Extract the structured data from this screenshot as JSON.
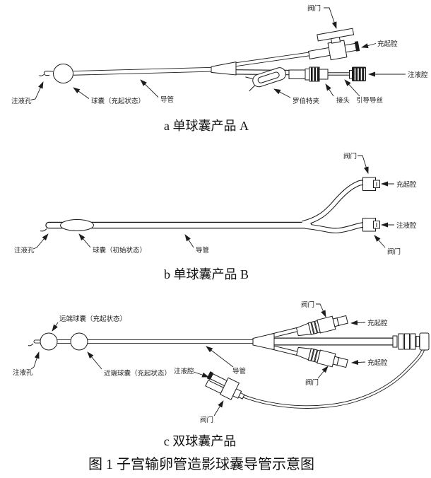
{
  "figure": {
    "caption": "图 1 子宫输卵管造影球囊导管示意图",
    "line_color": "#1c1c1c",
    "background": "#ffffff"
  },
  "diagram_a": {
    "caption": "a 单球囊产品 A",
    "labels": {
      "valve": "阀门",
      "inflation_lumen": "充起腔",
      "injection_lumen": "注液腔",
      "injection_hole": "注液孔",
      "balloon": "球囊（充起状态）",
      "catheter": "导管",
      "robert_clamp": "罗伯特夹",
      "connector": "接头",
      "guide_wire": "引导导丝"
    }
  },
  "diagram_b": {
    "caption": "b 单球囊产品 B",
    "labels": {
      "valve_top": "阀门",
      "inflation_lumen": "充起腔",
      "injection_lumen": "注液腔",
      "valve_bottom": "阀门",
      "injection_hole": "注液孔",
      "balloon": "球囊（初始状态）",
      "catheter": "导管"
    }
  },
  "diagram_c": {
    "caption": "c 双球囊产品",
    "labels": {
      "valve_top": "阀门",
      "inflation_lumen_top": "充起腔",
      "inflation_lumen_bottom": "充起腔",
      "valve_mid": "阀门",
      "distal_balloon": "远端球囊（充起状态）",
      "proximal_balloon": "近端球囊（充起状态）",
      "injection_hole": "注液孔",
      "injection_lumen": "注液腔",
      "valve_bottom": "阀门",
      "catheter": "导管"
    }
  }
}
